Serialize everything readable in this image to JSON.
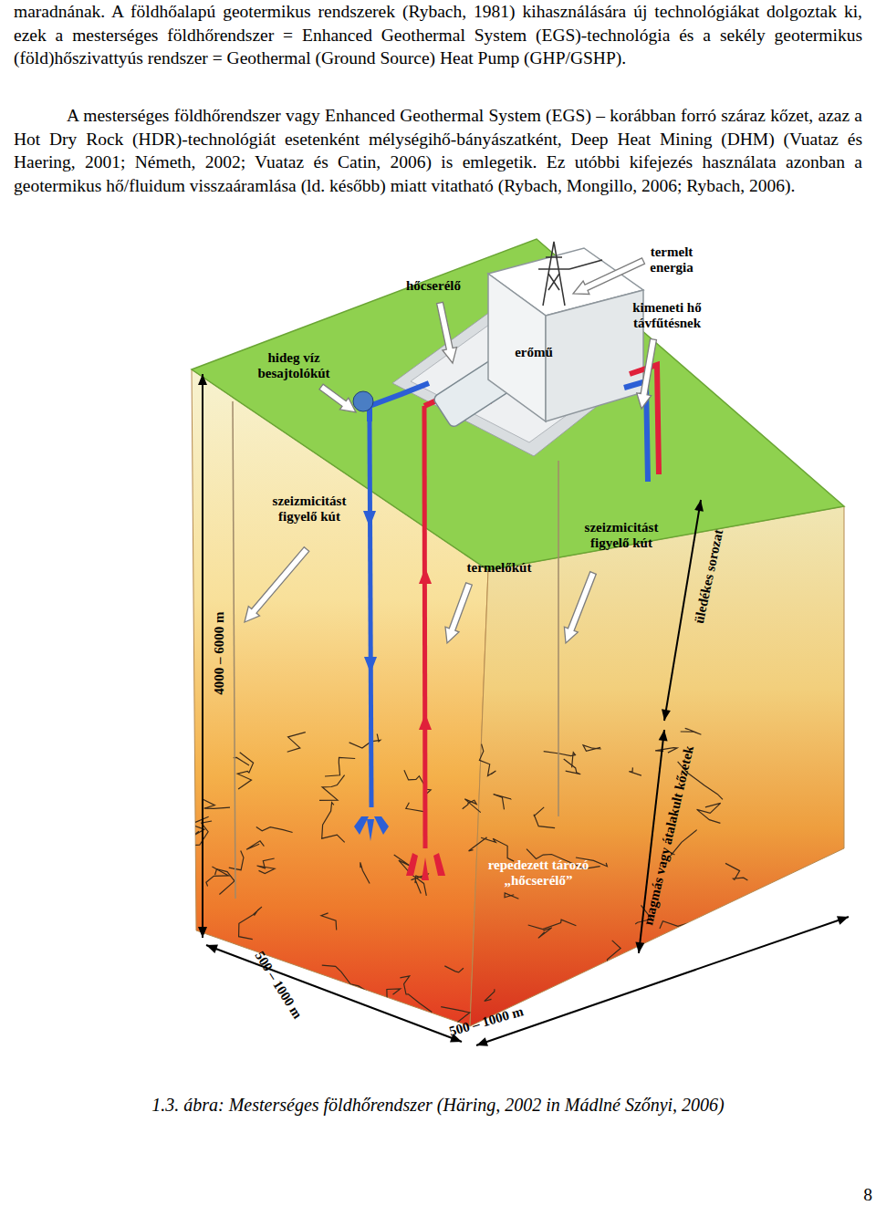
{
  "diagram": {
    "caption": "1.3. ábra: Mesterséges földhőrendszer (Häring, 2002 in Mádlné Szőnyi, 2006)",
    "labels": [
      "maradnának. A földhőalapú geotermikus rendszerek (Rybach, 1981) kihasználására új technológiákat dolgoztak ki, ezek a mesterséges földhőrendszer = Enhanced Geothermal System (EGS)-technológia és a sekély geotermikus (föld)hőszivattyús rendszer = Geothermal (Ground Source) Heat Pump (GHP/GSHP).",
      "A mesterséges földhőrendszer vagy Enhanced Geothermal System (EGS) – korábban forró száraz kőzet, azaz a Hot Dry Rock (HDR)-technológiát esetenként mélységihő-bányászatként, Deep Heat Mining (DHM) (Vuataz és Haering, 2001; Németh, 2002; Vuataz és Catin, 2006) is emlegetik. Ez utóbbi kifejezés használata azonban a geotermikus hő/fluidum visszaáramlása (ld. később) miatt vitatható (Rybach, Mongillo, 2006; Rybach, 2006).",
      "termelt energia",
      "hőcserélő",
      "kimeneti hő távfűtésnek",
      "hideg víz besajtolókút",
      "erőmű",
      "szeizmicitást figyelő kút",
      "szeizmicitást figyelő kút",
      "termelőkút",
      "4000 – 6000 m",
      "üledékes sorozat",
      "magmás vagy átalakult kőzetek",
      "repedezett tározó „hőcserélő”",
      "500 – 1000 m",
      "500 – 1000 m",
      "8"
    ]
  }
}
